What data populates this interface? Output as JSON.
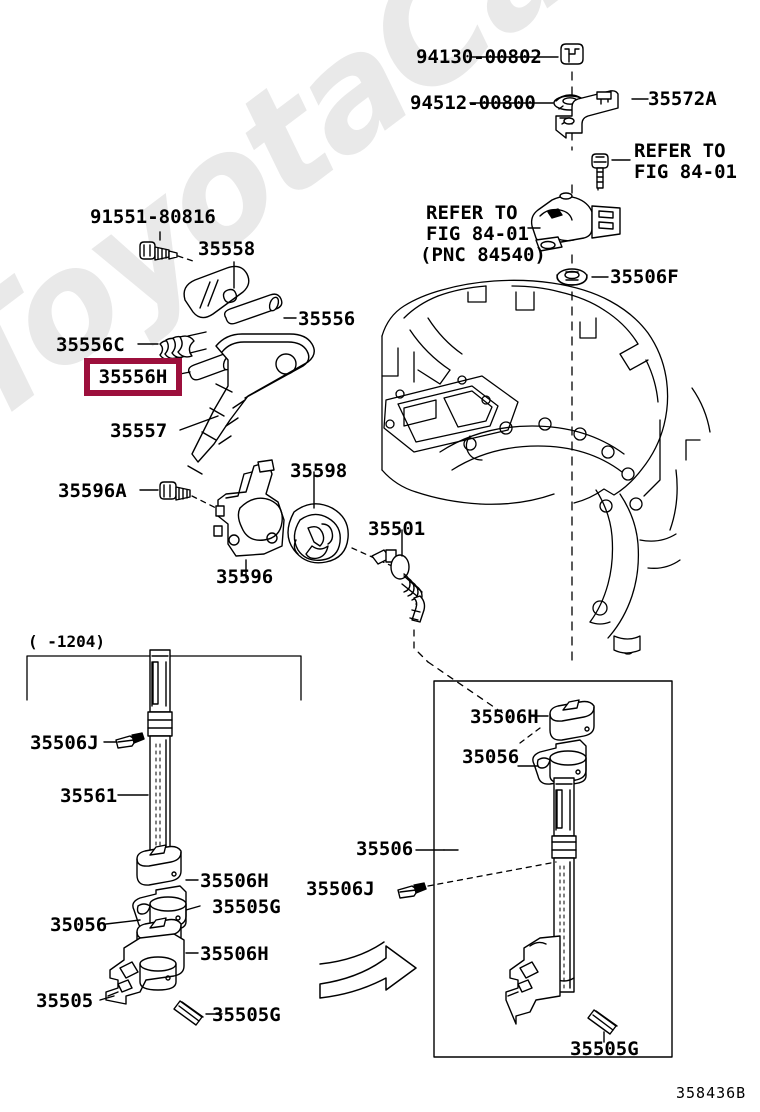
{
  "diagram": {
    "code": "358436B",
    "watermark": "ToyotaCarline.ru",
    "group_note": "(     -1204)",
    "highlight_color": "#9c0f3c"
  },
  "labels": {
    "nut_top": "94130-00802",
    "washer": "94512-00800",
    "bracket_35572a": "35572A",
    "refer_top_right_l1": "REFER TO",
    "refer_top_right_l2": "FIG 84-01",
    "refer_mid_l1": "REFER TO",
    "refer_mid_l2": "FIG 84-01",
    "refer_mid_l3": "(PNC 84540)",
    "bush_35506f": "35506F",
    "bolt_91551": "91551-80816",
    "knob_35558": "35558",
    "pin_35556": "35556",
    "spring_35556c": "35556C",
    "highlighted_35556h": "35556H",
    "lever_35557": "35557",
    "bolt_35596a": "35596A",
    "bracket_35596": "35596",
    "bush_35598": "35598",
    "bolt_35501": "35501",
    "clip_35506j_left": "35506J",
    "shaft_35561": "35561",
    "bush_35506h_left_1": "35506H",
    "pin_35505g_left_1": "35505G",
    "plate_35056_left": "35056",
    "bush_35506h_left_2": "35506H",
    "lever_35505_left": "35505",
    "pin_35505g_left_2": "35505G",
    "bush_35506h_right": "35506H",
    "plate_35056_right": "35056",
    "shaft_35506": "35506",
    "clip_35506j_right": "35506J",
    "pin_35505g_right": "35505G"
  }
}
